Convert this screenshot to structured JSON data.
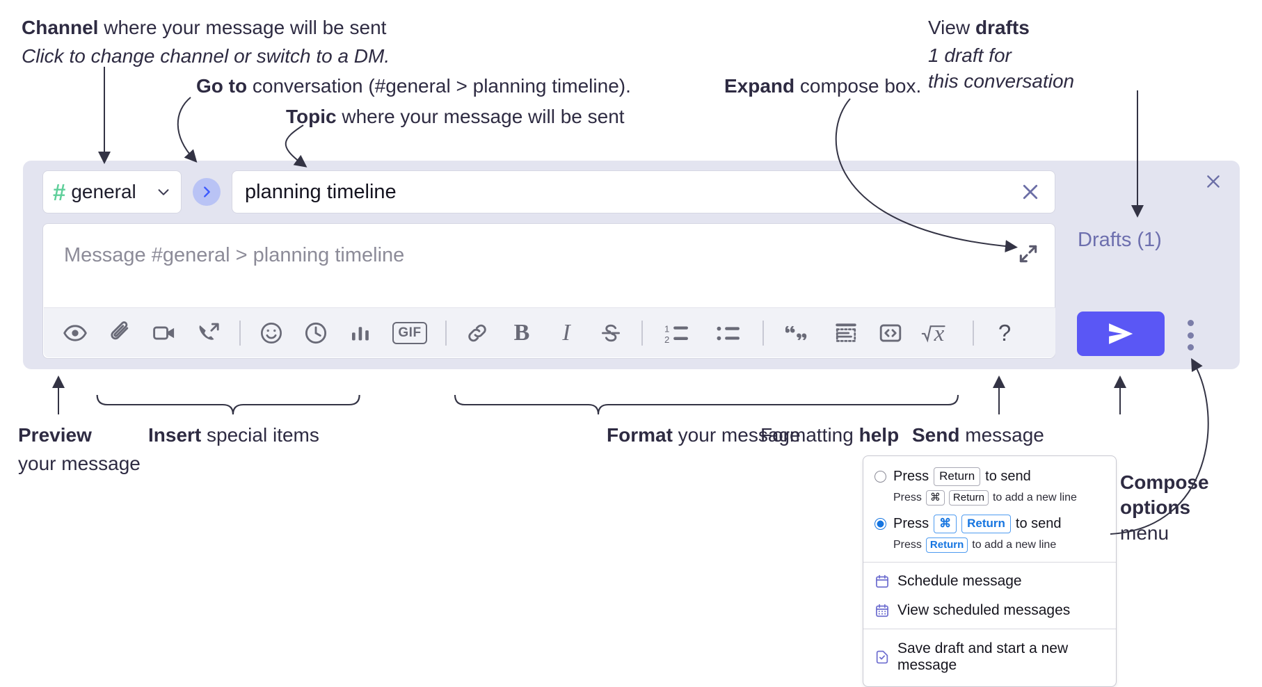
{
  "annotations": {
    "channel": {
      "bold": "Channel",
      "rest": " where your message will be sent",
      "italic": "Click to change channel or switch to a DM."
    },
    "goto": {
      "bold": "Go to",
      "rest": " conversation (#general > planning timeline)."
    },
    "topic": {
      "bold": "Topic",
      "rest": " where your message will be sent"
    },
    "expand": {
      "bold": "Expand",
      "rest": " compose box."
    },
    "drafts": {
      "bold_lead": "View ",
      "bold": "drafts",
      "italic1": "1 draft for",
      "italic2": "this conversation"
    },
    "preview": {
      "bold": "Preview",
      "rest": "your message"
    },
    "insert": {
      "bold": "Insert",
      "rest": " special items"
    },
    "format": {
      "bold": "Format",
      "rest": " your message"
    },
    "help": {
      "lead": "Formatting ",
      "bold": "help"
    },
    "send": {
      "bold": "Send",
      "rest": " message"
    },
    "compose_options": {
      "bold1": "Compose",
      "bold2": "options",
      "rest": "menu"
    }
  },
  "compose": {
    "channel_name": "general",
    "channel_hash": "#",
    "topic_value": "planning timeline",
    "message_placeholder": "Message #general > planning timeline",
    "drafts_label": "Drafts (1)",
    "icons": {
      "hash": "hash-icon",
      "chevron": "chevron-down-icon",
      "goto": "go-to-conversation-icon",
      "clear": "clear-topic-icon",
      "expand": "expand-compose-icon",
      "close": "close-panel-icon",
      "send": "send-icon",
      "kebab": "compose-options-icon"
    },
    "toolbar": [
      {
        "name": "preview-icon",
        "label": "Preview"
      },
      {
        "name": "attach-icon",
        "label": "Attach file"
      },
      {
        "name": "video-icon",
        "label": "Video clip"
      },
      {
        "name": "audio-call-icon",
        "label": "Audio clip"
      },
      {
        "name": "separator-1",
        "label": ""
      },
      {
        "name": "emoji-icon",
        "label": "Emoji"
      },
      {
        "name": "reminder-clock-icon",
        "label": "Reminder"
      },
      {
        "name": "poll-icon",
        "label": "Poll"
      },
      {
        "name": "gif-icon",
        "label": "GIF"
      },
      {
        "name": "separator-2",
        "label": ""
      },
      {
        "name": "link-icon",
        "label": "Link"
      },
      {
        "name": "bold-icon",
        "label": "B"
      },
      {
        "name": "italic-icon",
        "label": "I"
      },
      {
        "name": "strikethrough-icon",
        "label": "Strikethrough"
      },
      {
        "name": "separator-3",
        "label": ""
      },
      {
        "name": "ordered-list-icon",
        "label": "Ordered list"
      },
      {
        "name": "bulleted-list-icon",
        "label": "Bulleted list"
      },
      {
        "name": "separator-4",
        "label": ""
      },
      {
        "name": "blockquote-icon",
        "label": "Blockquote"
      },
      {
        "name": "code-block-icon",
        "label": "Code block"
      },
      {
        "name": "inline-code-icon",
        "label": "Code"
      },
      {
        "name": "math-icon",
        "label": "Math"
      },
      {
        "name": "separator-5",
        "label": ""
      },
      {
        "name": "help-icon",
        "label": "?"
      }
    ],
    "gif_label": "GIF",
    "bold_label": "B",
    "italic_label": "I",
    "help_label": "?"
  },
  "popup": {
    "option1": {
      "press": "Press",
      "key": "Return",
      "tail": "to send",
      "sub_press": "Press",
      "sub_key1": "⌘",
      "sub_key2": "Return",
      "sub_tail": "to add a new line",
      "selected": false
    },
    "option2": {
      "press": "Press",
      "key1": "⌘",
      "key2": "Return",
      "tail": "to send",
      "sub_press": "Press",
      "sub_key": "Return",
      "sub_tail": "to add a new line",
      "selected": true
    },
    "items": [
      {
        "label": "Schedule message",
        "icon": "calendar-schedule-icon"
      },
      {
        "label": "View scheduled messages",
        "icon": "calendar-grid-icon"
      },
      {
        "label": "Save draft and start a new message",
        "icon": "save-draft-icon"
      }
    ]
  },
  "colors": {
    "panel_bg": "#e3e4f0",
    "send_purple": "#5a57f5",
    "hash_green": "#5fcf9a",
    "goto_blue_bg": "#b9c3f5",
    "drafts_text": "#6d6fae",
    "anno_text": "#2e2b42"
  }
}
